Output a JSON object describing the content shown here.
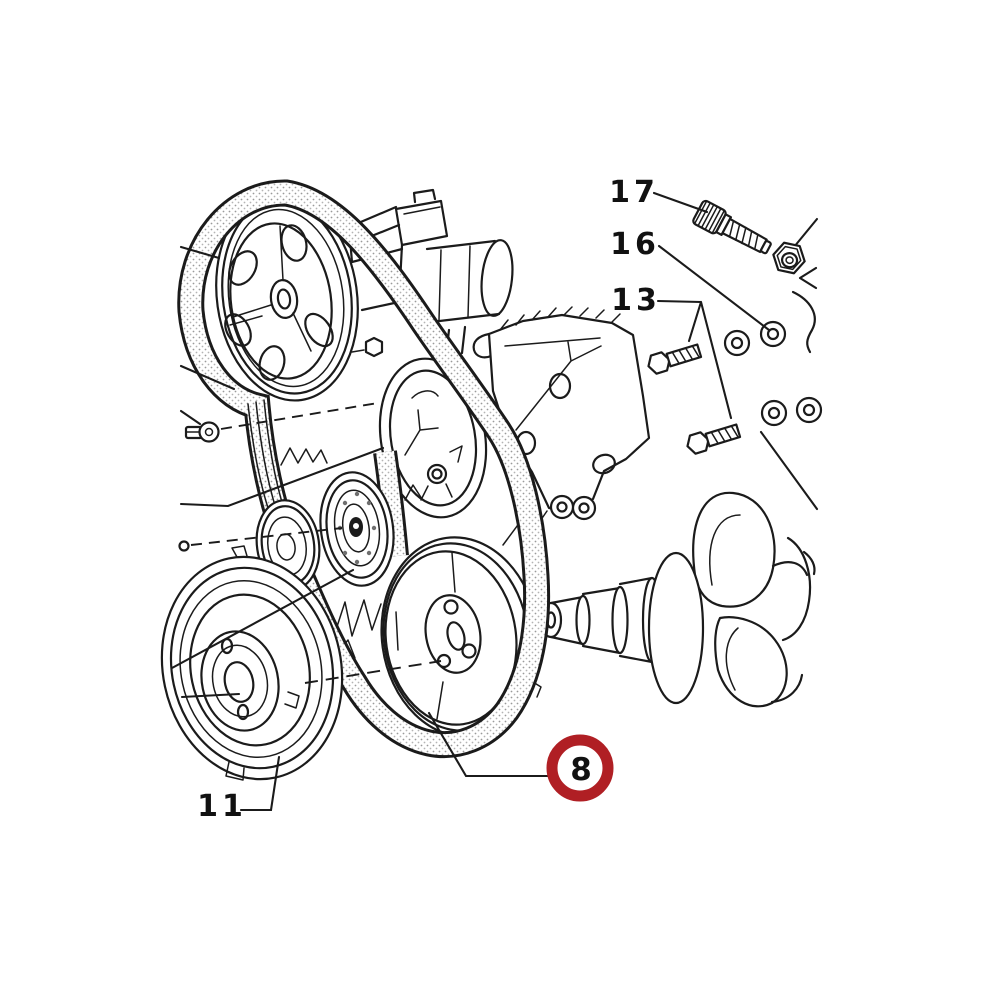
{
  "diagram": {
    "background_color": "#ffffff",
    "line_color": "#1b1b1b",
    "highlight_color": "#b01f24",
    "callouts": {
      "c17": {
        "label": "17"
      },
      "c16": {
        "label": "16"
      },
      "c13": {
        "label": "13"
      },
      "c11": {
        "label": "11"
      },
      "c8": {
        "label": "8",
        "highlighted": true
      }
    }
  }
}
